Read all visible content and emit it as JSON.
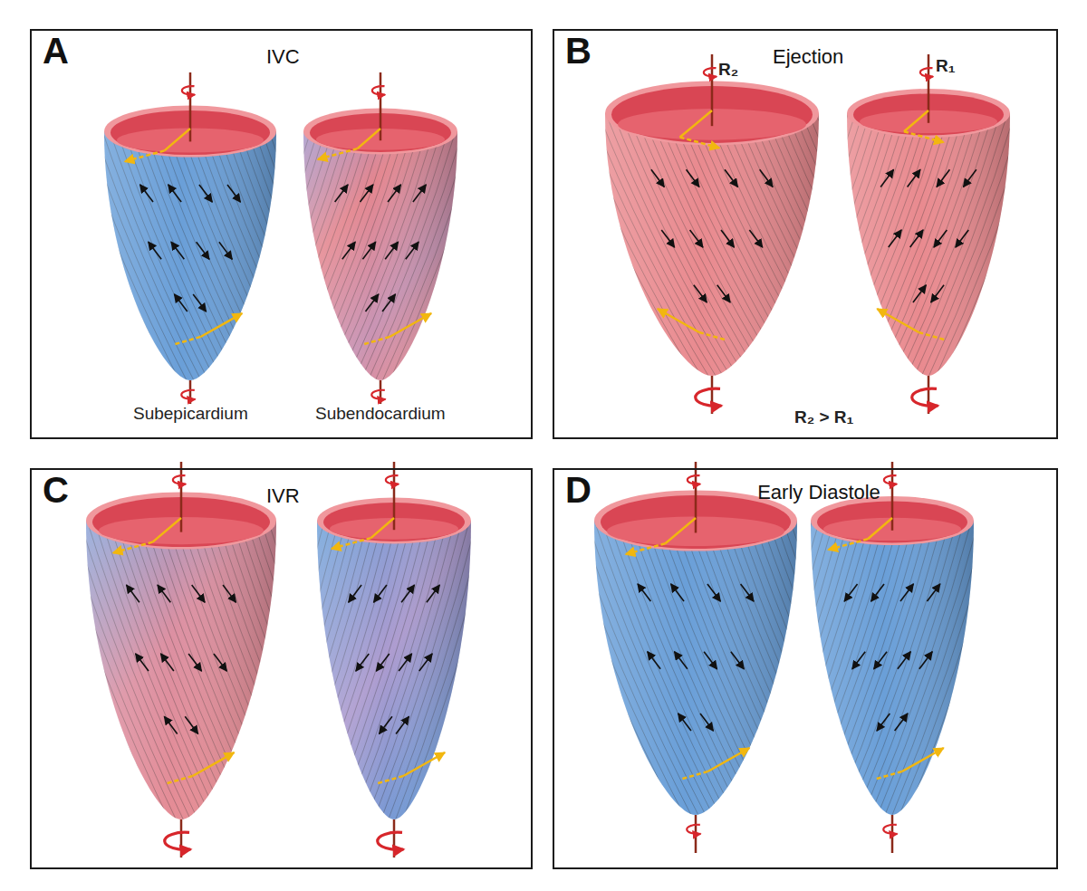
{
  "diagram": {
    "nodes": [
      {
        "text": [
          "A",
          "IVC"
        ]
      },
      {
        "text": [
          "B",
          "Ejection"
        ]
      },
      {
        "text": [
          "C",
          "IVR"
        ]
      },
      {
        "text": [
          "D",
          "Early Diastole"
        ]
      }
    ],
    "labels": [
      "Subepicardium",
      "Subendocardium",
      "R₂",
      "R₁",
      "R₂ > R₁"
    ]
  }
}
